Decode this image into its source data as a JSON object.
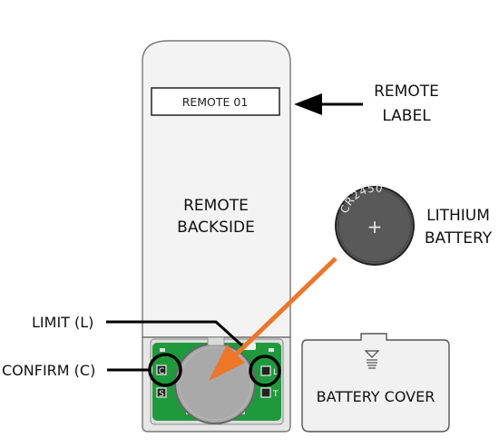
{
  "remote": {
    "label_text": "REMOTE 01",
    "backside_line1": "REMOTE",
    "backside_line2": "BACKSIDE"
  },
  "callouts": {
    "remote_label_line1": "REMOTE",
    "remote_label_line2": "LABEL",
    "lithium_line1": "LITHIUM",
    "lithium_line2": "BATTERY",
    "limit": "LIMIT (L)",
    "confirm": "CONFIRM (C)"
  },
  "battery": {
    "model": "CR2450",
    "polarity": "+"
  },
  "board": {
    "left_pads": [
      "C",
      "S"
    ],
    "right_pads": [
      "L",
      "T"
    ]
  },
  "battery_cover": {
    "label": "BATTERY COVER"
  },
  "colors": {
    "arrow_orange": "#ee7628",
    "pcb_green": "#1e9a3c",
    "remote_body": "#f3f3f3",
    "battery_gray": "#a9a9a9",
    "outline": "#111111"
  }
}
